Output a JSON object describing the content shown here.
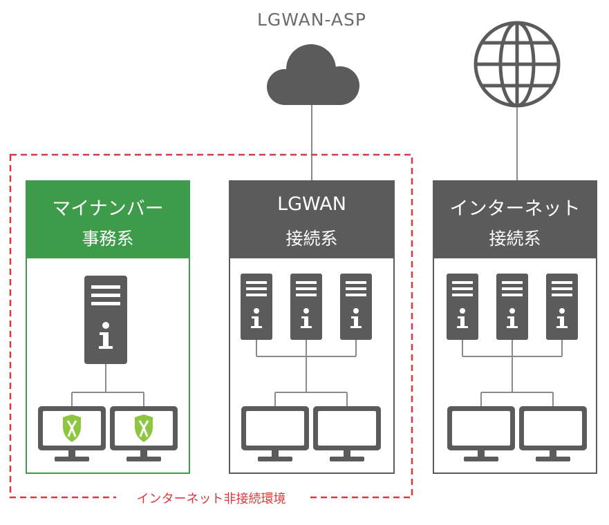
{
  "top_label": "LGWAN-ASP",
  "zone_label": "インターネット非接続環境",
  "panels": [
    {
      "title": "マイナンバー",
      "subtitle": "事務系"
    },
    {
      "title": "LGWAN",
      "subtitle": "接続系"
    },
    {
      "title": "インターネット",
      "subtitle": "接続系"
    }
  ],
  "colors": {
    "green": "#3d9b4a",
    "dark_gray": "#5b5b5b",
    "line_gray": "#8a8a8a",
    "zone_red": "#d9383f",
    "shield_green": "#8dc63f"
  },
  "icons": [
    "cloud-icon",
    "globe-icon",
    "server-icon",
    "monitor-icon",
    "shield-icon"
  ]
}
